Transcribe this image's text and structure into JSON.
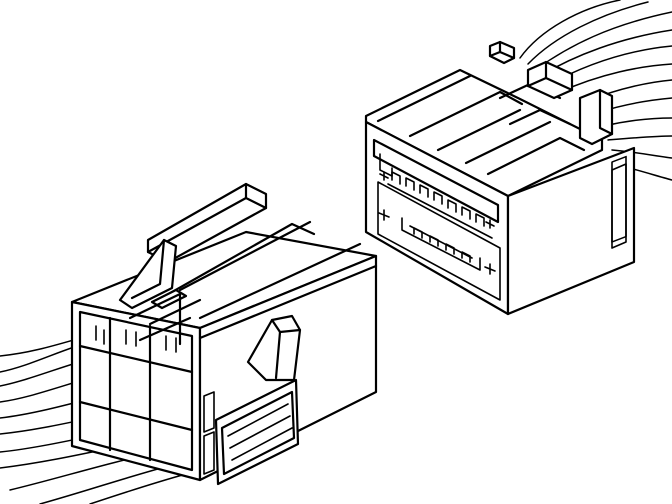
{
  "figure": {
    "type": "line-drawing",
    "subject": "two-part-wire-harness-connector",
    "colors": {
      "line": "#000000",
      "background": "#ffffff"
    },
    "parts": [
      "female-connector-housing",
      "male-connector-housing"
    ]
  }
}
